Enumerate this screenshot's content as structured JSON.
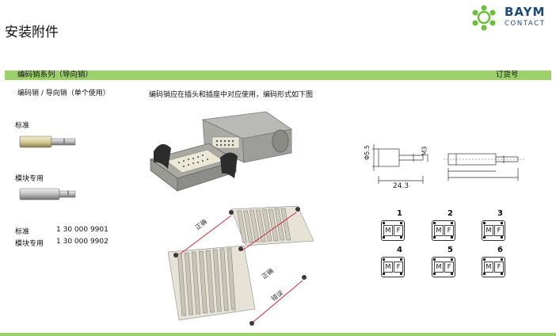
{
  "page": {
    "title": "安装附件"
  },
  "logo": {
    "brand": "BAYM",
    "sub": "CONTACT",
    "ring_color": "#6bbf3a"
  },
  "section_bar": {
    "left": "编码销系列（导向销）",
    "right": "订货号",
    "color": "#9bd06a"
  },
  "left_heading": "编码销 / 导向销（单个使用）",
  "description": "编码销应在插头和插座中对应使用，编码形式如下图",
  "labels": {
    "standard": "标准",
    "module": "模块专用"
  },
  "codes": [
    {
      "name": "标准",
      "code": "1 30 000 9901"
    },
    {
      "name": "模块专用",
      "code": "1 30 000 9902"
    }
  ],
  "drawing": {
    "dim_d": "Φ5.5",
    "dim_m": "M3",
    "dim_len": "24.3"
  },
  "annotations": {
    "positive": "正确",
    "positive2": "正确",
    "wrong": "错误"
  },
  "coding_forms": [
    {
      "num": "1",
      "left": "M",
      "right": "F"
    },
    {
      "num": "2",
      "left": "M",
      "right": "F"
    },
    {
      "num": "3",
      "left": "M",
      "right": "F"
    },
    {
      "num": "4",
      "left": "M",
      "right": "F"
    },
    {
      "num": "5",
      "left": "M",
      "right": "F"
    },
    {
      "num": "6",
      "left": "M",
      "right": "F"
    }
  ]
}
